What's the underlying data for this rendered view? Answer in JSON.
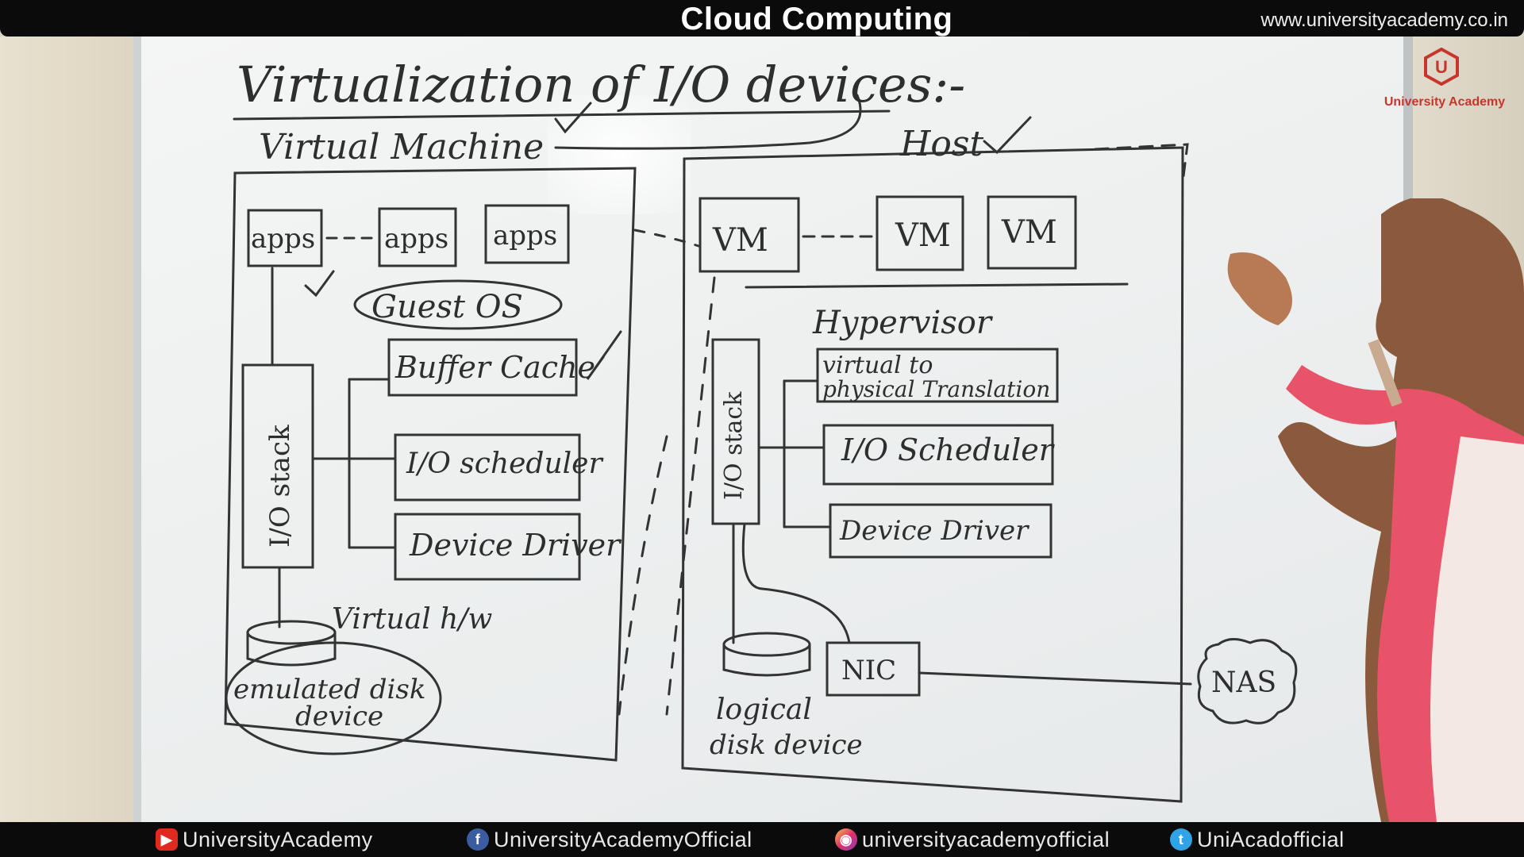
{
  "header": {
    "title": "Cloud Computing",
    "website": "www.universityacademy.co.in"
  },
  "logo": {
    "name": "University Academy",
    "mark": "U"
  },
  "board": {
    "heading": "Virtualization of I/O devices:-",
    "vm_section": {
      "label": "Virtual Machine",
      "apps": [
        "apps",
        "apps",
        "apps"
      ],
      "guest_os": "Guest OS",
      "io_stack": "I/O stack",
      "components": [
        "Buffer Cache",
        "I/O scheduler",
        "Device Driver"
      ],
      "virtual_hw": "Virtual h/w",
      "emulated_disk_line1": "emulated disk",
      "emulated_disk_line2": "device"
    },
    "host_section": {
      "label": "Host",
      "vms": [
        "VM",
        "VM",
        "VM"
      ],
      "hypervisor": "Hypervisor",
      "io_stack": "I/O stack",
      "translation_line1": "virtual to",
      "translation_line2": "physical Translation",
      "components": [
        "I/O Scheduler",
        "Device Driver"
      ],
      "nic": "NIC",
      "logical_disk_line1": "logical",
      "logical_disk_line2": "disk device",
      "nas": "NAS"
    }
  },
  "footer": {
    "links": [
      {
        "icon": "youtube-icon",
        "text": "UniversityAcademy"
      },
      {
        "icon": "facebook-icon",
        "text": "UniversityAcademyOfficial"
      },
      {
        "icon": "instagram-icon",
        "text": "universityacademyofficial"
      },
      {
        "icon": "twitter-icon",
        "text": "UniAcadofficial"
      }
    ]
  },
  "colors": {
    "bar": "#0b0b0b",
    "ink": "#2e2e2e",
    "brand": "#c8352b"
  }
}
